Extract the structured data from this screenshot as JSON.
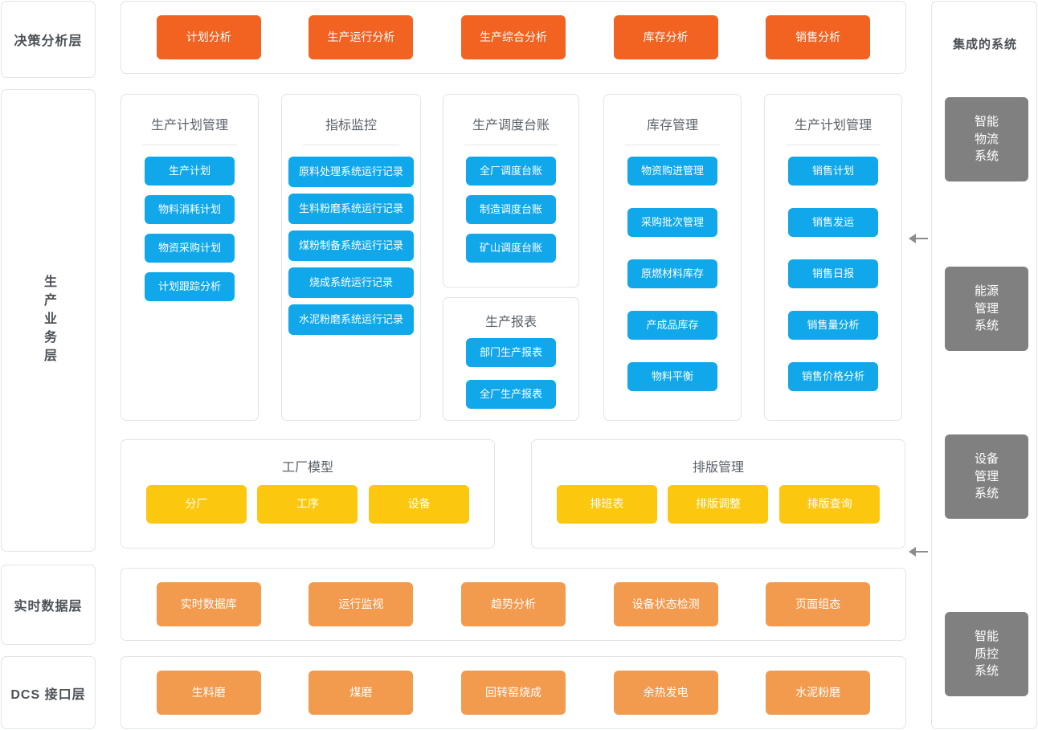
{
  "layers": [
    {
      "id": "decision",
      "label": "决策分析层",
      "vertical": false
    },
    {
      "id": "business",
      "label": "生产业务层",
      "vertical": true
    },
    {
      "id": "realtime",
      "label": "实时数据层",
      "vertical": false
    },
    {
      "id": "dcs",
      "label": "DCS 接口层",
      "vertical": false
    }
  ],
  "decision_band": {
    "items": [
      {
        "label": "计划分析"
      },
      {
        "label": "生产运行分析"
      },
      {
        "label": "生产综合分析"
      },
      {
        "label": "库存分析"
      },
      {
        "label": "销售分析"
      }
    ]
  },
  "business_panels": [
    {
      "title": "生产计划管理",
      "items": [
        "生产计划",
        "物料消耗计划",
        "物资采购计划",
        "计划跟踪分析"
      ]
    },
    {
      "title": "指标监控",
      "items": [
        "原料处理系统运行记录",
        "生料粉磨系统运行记录",
        "煤粉制备系统运行记录",
        "烧成系统运行记录",
        "水泥粉磨系统运行记录"
      ]
    },
    {
      "title": "生产调度台账",
      "items": [
        "全厂调度台账",
        "制造调度台账",
        "矿山调度台账"
      ]
    },
    {
      "title": "生产报表",
      "items": [
        "部门生产报表",
        "全厂生产报表"
      ]
    },
    {
      "title": "库存管理",
      "items": [
        "物资购进管理",
        "采购批次管理",
        "原燃材料库存",
        "产成品库存",
        "物料平衡"
      ]
    },
    {
      "title": "生产计划管理",
      "items": [
        "销售计划",
        "销售发运",
        "销售日报",
        "销售量分析",
        "销售价格分析"
      ]
    }
  ],
  "groups": [
    {
      "title": "工厂模型",
      "items": [
        "分厂",
        "工序",
        "设备"
      ]
    },
    {
      "title": "排版管理",
      "items": [
        "排班表",
        "排版调整",
        "排版查询"
      ]
    }
  ],
  "realtime_band": {
    "items": [
      "实时数据库",
      "运行监视",
      "趋势分析",
      "设备状态检测",
      "页面组态"
    ]
  },
  "dcs_band": {
    "items": [
      "生料磨",
      "煤磨",
      "回转窑烧成",
      "余热发电",
      "水泥粉磨"
    ]
  },
  "integration": {
    "title": "集成的系统",
    "systems": [
      "智能\n物流\n系统",
      "能源\n管理\n系统",
      "设备\n管理\n系统",
      "智能\n质控\n系统"
    ],
    "systems_flat": [
      "智能物流系统",
      "能源管理系统",
      "设备管理系统",
      "智能质控系统"
    ]
  },
  "colors": {
    "orange_strong": "#f26322",
    "orange_soft": "#f29a4e",
    "blue": "#10a8ea",
    "yellow": "#fcc80f",
    "grey": "#808080",
    "card_border": "#e2e4e7",
    "text": "#555c63"
  }
}
